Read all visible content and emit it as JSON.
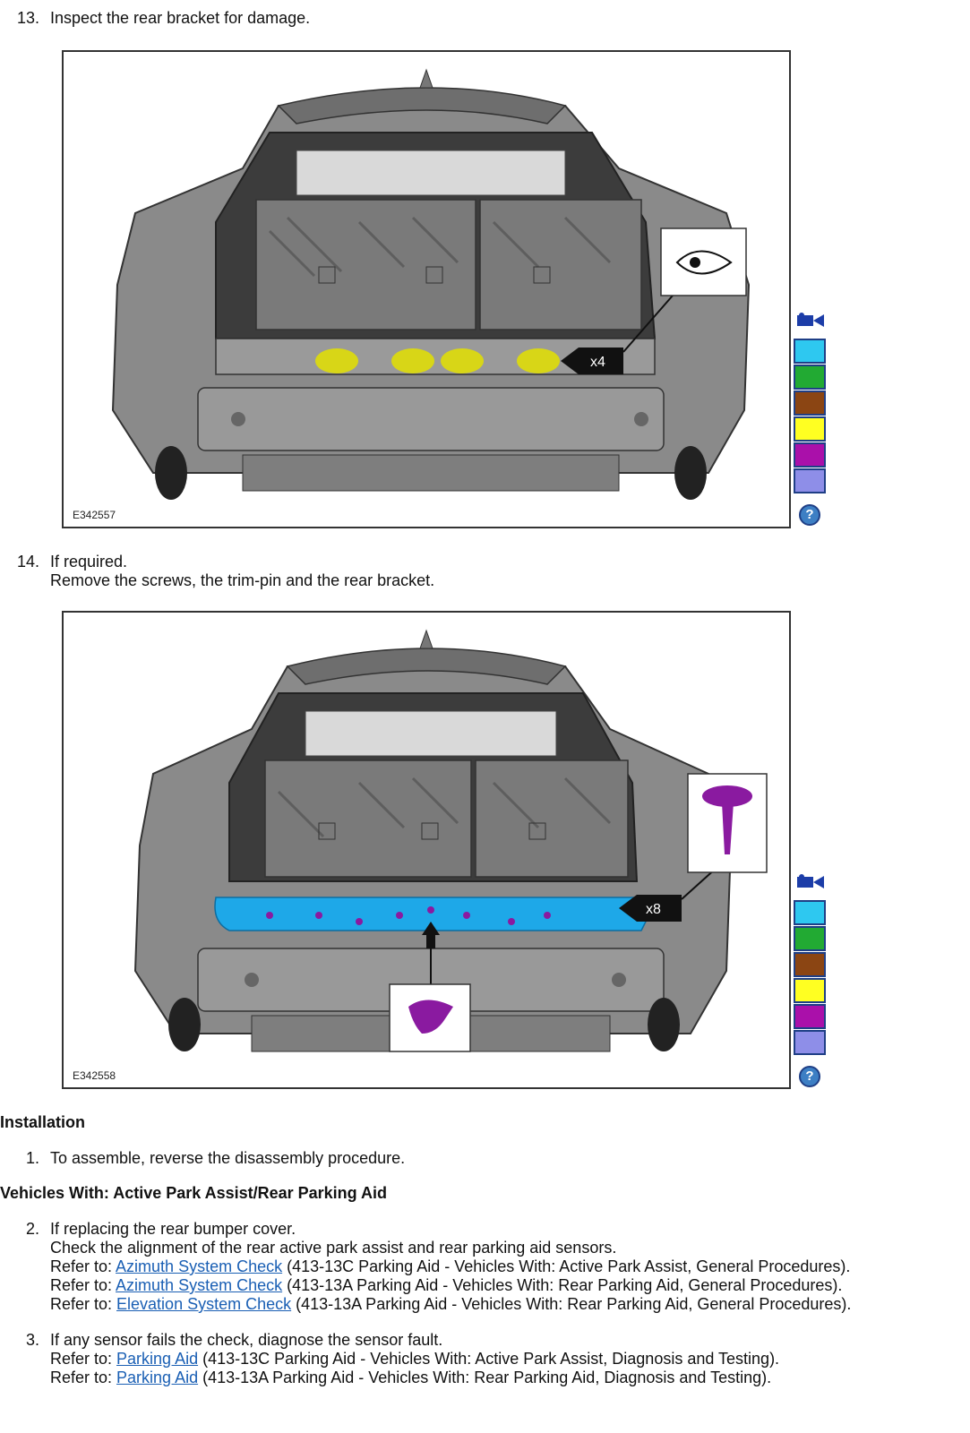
{
  "step13": {
    "num": "13.",
    "text": "Inspect the rear bracket for damage.",
    "figure_id": "E342557",
    "callout": "x4"
  },
  "step14": {
    "num": "14.",
    "line1": "If required.",
    "line2": "Remove the screws, the trim-pin and the rear bracket.",
    "figure_id": "E342558",
    "callout": "x8"
  },
  "swatch_colors": [
    "#2ec8f0",
    "#22aa33",
    "#8b4513",
    "#ffff22",
    "#aa10aa",
    "#8e8ee8"
  ],
  "help_glyph": "?",
  "installation": {
    "heading": "Installation",
    "step1": {
      "num": "1.",
      "text": "To assemble, reverse the disassembly procedure."
    }
  },
  "vehicles_heading": "Vehicles With: Active Park Assist/Rear Parking Aid",
  "step2": {
    "num": "2.",
    "line1": "If replacing the rear bumper cover.",
    "line2": "Check the alignment of the rear active park assist and rear parking aid sensors.",
    "refs": [
      {
        "prefix": "Refer to: ",
        "link": "Azimuth System Check",
        "suffix": " (413-13C Parking Aid - Vehicles With: Active Park Assist, General Procedures)."
      },
      {
        "prefix": "Refer to: ",
        "link": "Azimuth System Check",
        "suffix": " (413-13A Parking Aid - Vehicles With: Rear Parking Aid, General Procedures)."
      },
      {
        "prefix": "Refer to: ",
        "link": "Elevation System Check",
        "suffix": " (413-13A Parking Aid - Vehicles With: Rear Parking Aid, General Procedures)."
      }
    ]
  },
  "step3": {
    "num": "3.",
    "line1": "If any sensor fails the check, diagnose the sensor fault.",
    "refs": [
      {
        "prefix": "Refer to: ",
        "link": "Parking Aid",
        "suffix": " (413-13C Parking Aid - Vehicles With: Active Park Assist, Diagnosis and Testing)."
      },
      {
        "prefix": "Refer to: ",
        "link": "Parking Aid",
        "suffix": " (413-13A Parking Aid - Vehicles With: Rear Parking Aid, Diagnosis and Testing)."
      }
    ]
  }
}
